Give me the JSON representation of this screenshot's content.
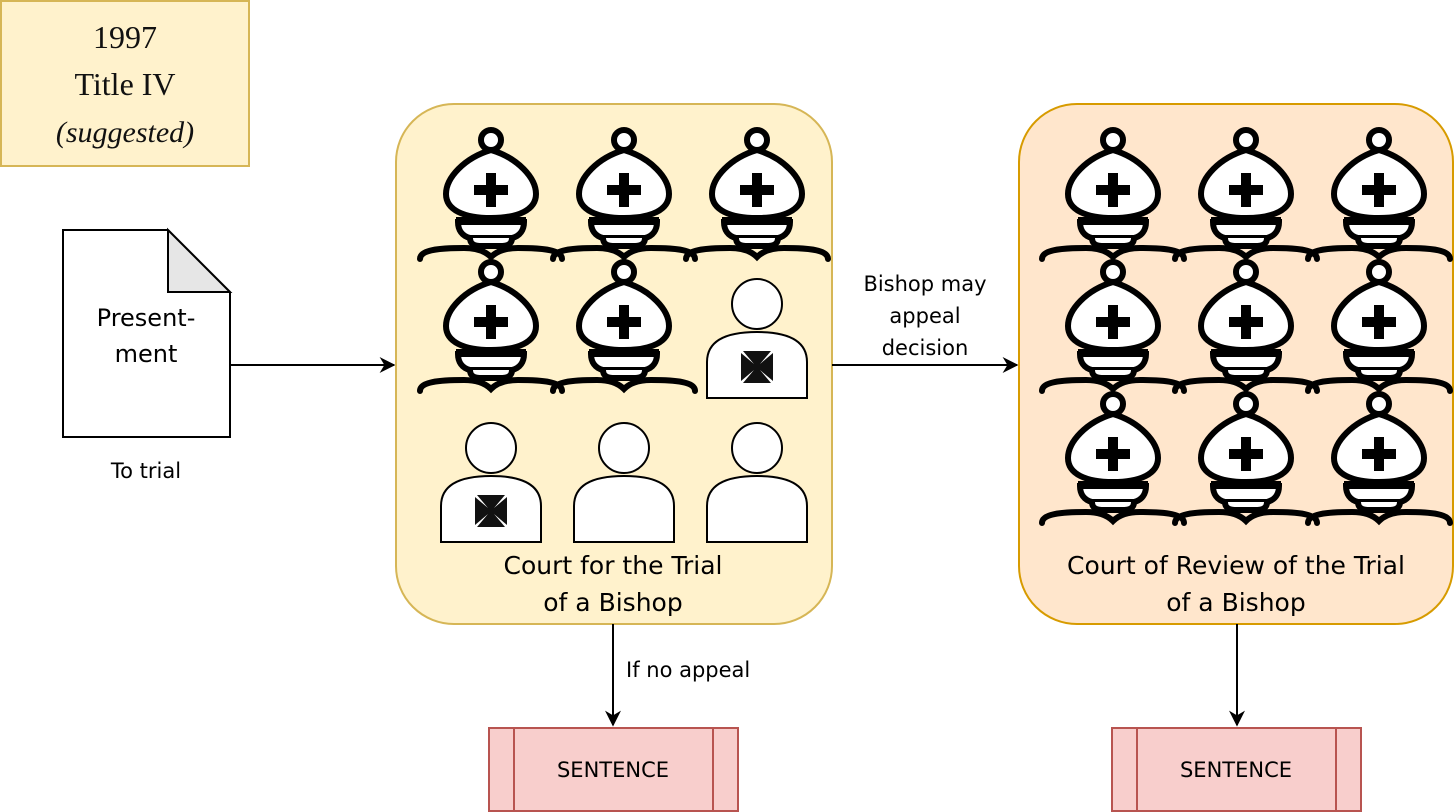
{
  "title_box": {
    "year": "1997",
    "name": "Title IV",
    "note": "(suggested)"
  },
  "document": {
    "line1": "Present-",
    "line2": "ment",
    "caption": "To trial"
  },
  "trial_court": {
    "line1": "Court for the Trial",
    "line2": "of a Bishop",
    "bishops": 5,
    "clergy_with_cross": 2,
    "laity": 2
  },
  "appeal_label": {
    "line1": "Bishop may",
    "line2": "appeal",
    "line3": "decision"
  },
  "review_court": {
    "line1": "Court of Review of the Trial",
    "line2": "of a Bishop",
    "bishops": 9
  },
  "no_appeal_label": "If no appeal",
  "sentence_left": "SENTENCE",
  "sentence_right": "SENTENCE",
  "colors": {
    "title_fill": "#fff2cc",
    "title_stroke": "#d6b656",
    "trial_fill": "#fff2cc",
    "trial_stroke": "#d6b656",
    "review_fill": "#ffe6cc",
    "review_stroke": "#d79b00",
    "sentence_fill": "#f8cecc",
    "sentence_stroke": "#b85450"
  },
  "icons": {
    "bishop": "chess-bishop-icon",
    "clergy": "person-with-cross-icon",
    "lay": "person-icon"
  }
}
